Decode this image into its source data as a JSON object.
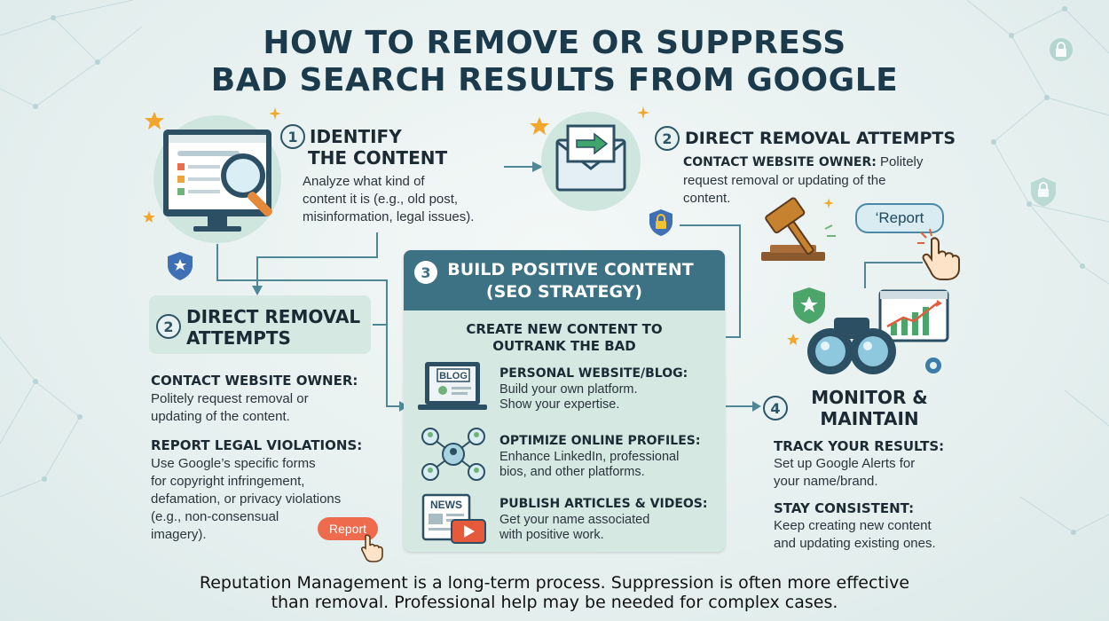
{
  "title": {
    "line1": "HOW TO REMOVE OR SUPPRESS",
    "line2": "BAD SEARCH RESULTS FROM GOOGLE"
  },
  "step1": {
    "number": "1",
    "heading_line1": "IDENTIFY",
    "heading_line2": "THE CONTENT",
    "text": [
      "Analyze what kind of",
      "content it is (e.g., old post,",
      "misinformation, legal issues)."
    ]
  },
  "step2_top": {
    "number": "2",
    "heading": "DIRECT REMOVAL ATTEMPTS",
    "label": "CONTACT WEBSITE OWNER:",
    "text_inline": "Politely",
    "text": [
      "request removal or updating of the",
      "content."
    ],
    "report_label": "‘Report"
  },
  "step2_left": {
    "number": "2",
    "heading_line1": "DIRECT REMOVAL",
    "heading_line2": "ATTEMPTS",
    "contact_label": "CONTACT WEBSITE OWNER:",
    "contact_text": [
      "Politely request removal or",
      "updating of the content."
    ],
    "report_label": "REPORT LEGAL VIOLATIONS:",
    "report_text": [
      "Use Google’s specific forms",
      "for copyright infringement,",
      "defamation, or privacy violations",
      "(e.g., non-consensual",
      "imagery)."
    ],
    "report_button": "Report"
  },
  "step3": {
    "number": "3",
    "heading_line1": "BUILD POSITIVE CONTENT",
    "heading_line2": "(SEO STRATEGY)",
    "sub_line1": "CREATE NEW CONTENT TO",
    "sub_line2": "OUTRANK THE BAD",
    "items": [
      {
        "label": "PERSONAL WEBSITE/BLOG:",
        "text": [
          "Build your own platform.",
          "Show your expertise."
        ],
        "icon_text": "BLOG"
      },
      {
        "label": "OPTIMIZE ONLINE PROFILES:",
        "text": [
          "Enhance LinkedIn, professional",
          "bios, and other platforms."
        ]
      },
      {
        "label": "PUBLISH ARTICLES & VIDEOS:",
        "text": [
          "Get your name associated",
          "with positive work."
        ],
        "icon_text": "NEWS"
      }
    ]
  },
  "step4": {
    "number": "4",
    "heading_line1": "MONITOR &",
    "heading_line2": "MAINTAIN",
    "track_label": "TRACK YOUR RESULTS:",
    "track_text": [
      "Set up Google Alerts for",
      "your name/brand."
    ],
    "stay_label": "STAY CONSISTENT:",
    "stay_text": [
      "Keep creating new content",
      "and updating existing ones."
    ]
  },
  "footer": {
    "line1": "Reputation Management is a long-term process. Suppression is often more effective",
    "line2": "than removal. Professional help may be needed for complex cases."
  },
  "colors": {
    "accent": "#3d7184",
    "panel": "#d5e8e2",
    "report_orange": "#ee6b4d",
    "report_blue": "#4a8aa6",
    "star": "#f2a62b"
  }
}
